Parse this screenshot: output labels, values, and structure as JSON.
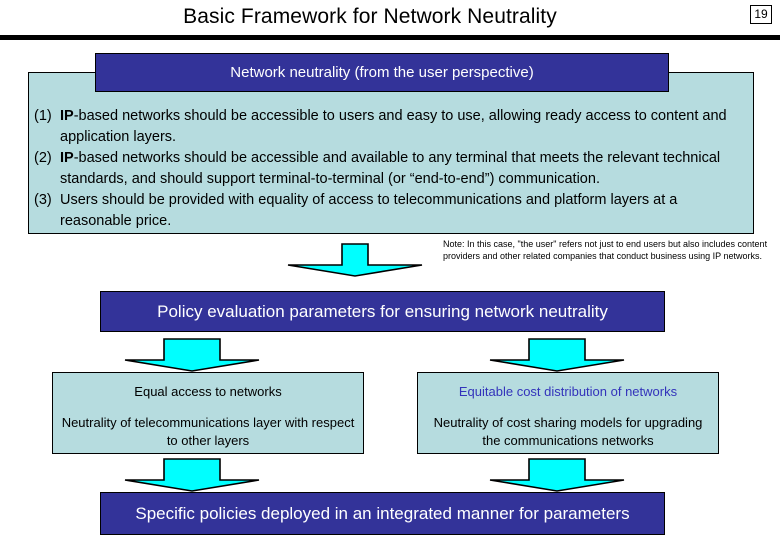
{
  "slide": {
    "title": "Basic Framework for Network Neutrality",
    "page_number": "19"
  },
  "colors": {
    "bar_blue": "#333399",
    "panel_cyan": "#b6dcdf",
    "arrow_cyan": "#00ffff",
    "accent_text_blue": "#3333bb",
    "outline": "#000000"
  },
  "principles": {
    "header": "Network neutrality (from the user perspective)",
    "items": [
      {
        "num": "(1)",
        "lead": "IP",
        "text": "-based networks should be accessible to users and easy to use, allowing ready access to content and application layers."
      },
      {
        "num": "(2)",
        "lead": "IP",
        "text": "-based networks should be accessible and available to any terminal that meets the relevant technical standards, and should support terminal-to-terminal (or “end-to-end”) communication."
      },
      {
        "num": "(3)",
        "lead": "",
        "text": "Users should be provided with equality of access to telecommunications and platform layers at a reasonable price."
      }
    ]
  },
  "note": {
    "text": "Note: In this case, \"the user\" refers not just to end users but also includes content providers and other related companies that conduct business using IP networks."
  },
  "policy_bar": {
    "label": "Policy evaluation parameters for ensuring network neutrality"
  },
  "parameters": [
    {
      "title": "Equal access to networks",
      "body": "Neutrality of telecommunications layer with respect to other layers"
    },
    {
      "title": "Equitable cost distribution of networks",
      "body": "Neutrality of cost sharing models for upgrading the communications networks"
    }
  ],
  "bottom_bar": {
    "label": "Specific policies deployed in an integrated manner for parameters"
  },
  "arrows": {
    "names": [
      "down-arrow-principles-to-policy",
      "down-arrow-policy-to-left-parameter",
      "down-arrow-policy-to-right-parameter",
      "down-arrow-left-parameter-to-bottom",
      "down-arrow-right-parameter-to-bottom"
    ]
  }
}
